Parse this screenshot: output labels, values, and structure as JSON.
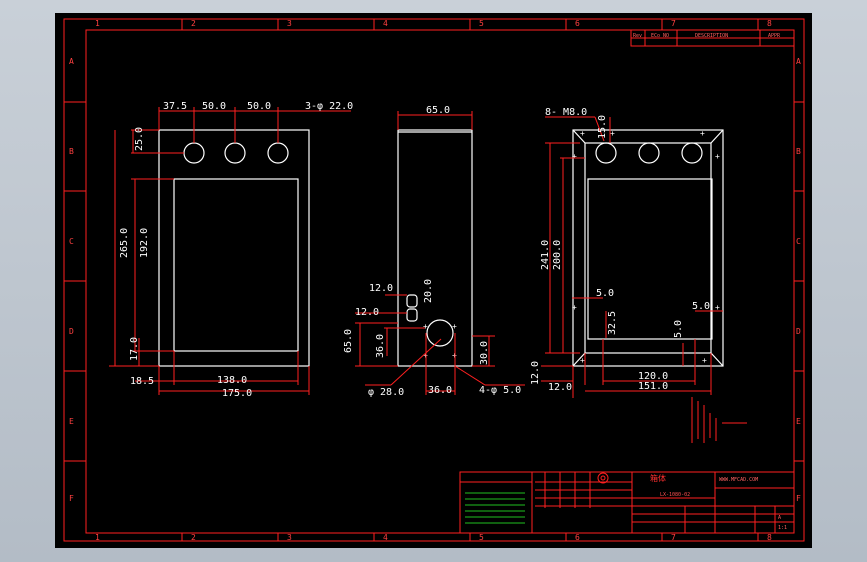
{
  "frame": {
    "col_labels": [
      "1",
      "2",
      "3",
      "4",
      "5",
      "6",
      "7",
      "8"
    ],
    "row_labels": [
      "A",
      "B",
      "C",
      "D",
      "E",
      "F"
    ]
  },
  "revision_block": {
    "rev": "Rev",
    "eco": "ECo NO",
    "desc": "DESCRIPTION",
    "appr": "APPR"
  },
  "front_view": {
    "top_dims": [
      "37.5",
      "50.0",
      "50.0"
    ],
    "hole_callout": "3-φ 22.0",
    "left_dims": [
      "25.0",
      "265.0",
      "192.0",
      "17.0"
    ],
    "bottom_dims": [
      "18.5",
      "138.0",
      "175.0"
    ]
  },
  "side_view": {
    "width": "65.0",
    "dims": [
      "12.0",
      "20.0",
      "12.0",
      "65.0",
      "36.0",
      "30.0"
    ],
    "circle_callout": "φ 28.0",
    "bottom_dim": "36.0",
    "hole_callout": "4-φ 5.0"
  },
  "back_view": {
    "hole_callout": "8- M8.0",
    "dims_v": [
      "15.0",
      "241.0",
      "200.0",
      "32.5",
      "12.0"
    ],
    "dims_h": [
      "5.0",
      "5.0",
      "5.0",
      "12.0",
      "120.0",
      "151.0"
    ]
  },
  "title_block": {
    "title_red": "箱体",
    "part_no": "LX-1080-02",
    "company": "WWW.MFCAD.COM",
    "scale": "1:1",
    "rev": "A"
  }
}
